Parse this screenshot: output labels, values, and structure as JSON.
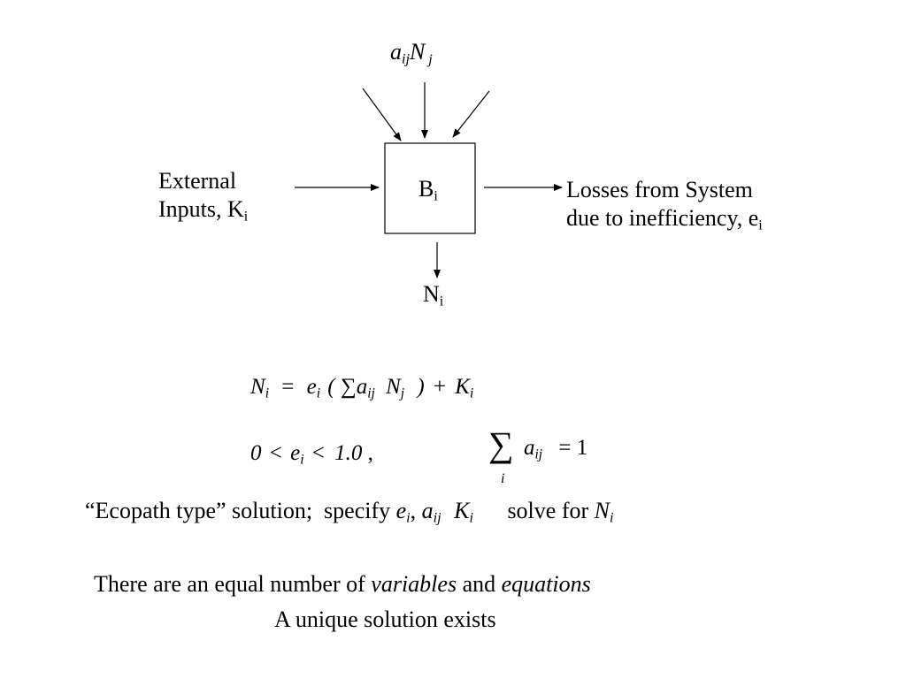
{
  "diagram": {
    "top_flow": {
      "sym": "a",
      "sub1": "ij",
      "sym2": "N",
      "sub2": "j"
    },
    "box": {
      "sym": "B",
      "sub": "i"
    },
    "left_label": {
      "line1": "External",
      "line2_prefix": "Inputs, K",
      "line2_sub": "i"
    },
    "right_label": {
      "line1": "Losses from System",
      "line2_prefix": "due to inefficiency, e",
      "line2_sub": "i"
    },
    "bottom_flow": {
      "sym": "N",
      "sub": "i"
    }
  },
  "equation1": {
    "lhs": "N",
    "lhs_sub": "i",
    "equals": "=",
    "e": "e",
    "e_sub": "i",
    "open": "(",
    "sigma": "∑",
    "a": "a",
    "a_sub": "ij",
    "n": "N",
    "n_sub": "j",
    "close": ")",
    "plus": "+",
    "k": "K",
    "k_sub": "i"
  },
  "equation2": {
    "text_start": "0",
    "lt1": "<",
    "e": "e",
    "e_sub": "i",
    "lt2": "<",
    "bound": "1.0",
    "comma": ",",
    "sum_symbol": "∑",
    "sum_index": "i",
    "a": "a",
    "a_sub": "ij",
    "equals": "=",
    "one": "1"
  },
  "ecopath_line": {
    "prefix": "“Ecopath type” solution;  specify ",
    "e": "e",
    "e_sub": "i",
    "comma": ",",
    "a": "a",
    "a_sub": "ij",
    "k": "K",
    "k_sub": "i",
    "solve_text": "solve for ",
    "n": "N",
    "n_sub": "i"
  },
  "conclusion": {
    "part1": "There are an equal number of ",
    "variables": "variables",
    "part2": " and ",
    "equations": "equations",
    "line2": "A unique solution exists"
  }
}
